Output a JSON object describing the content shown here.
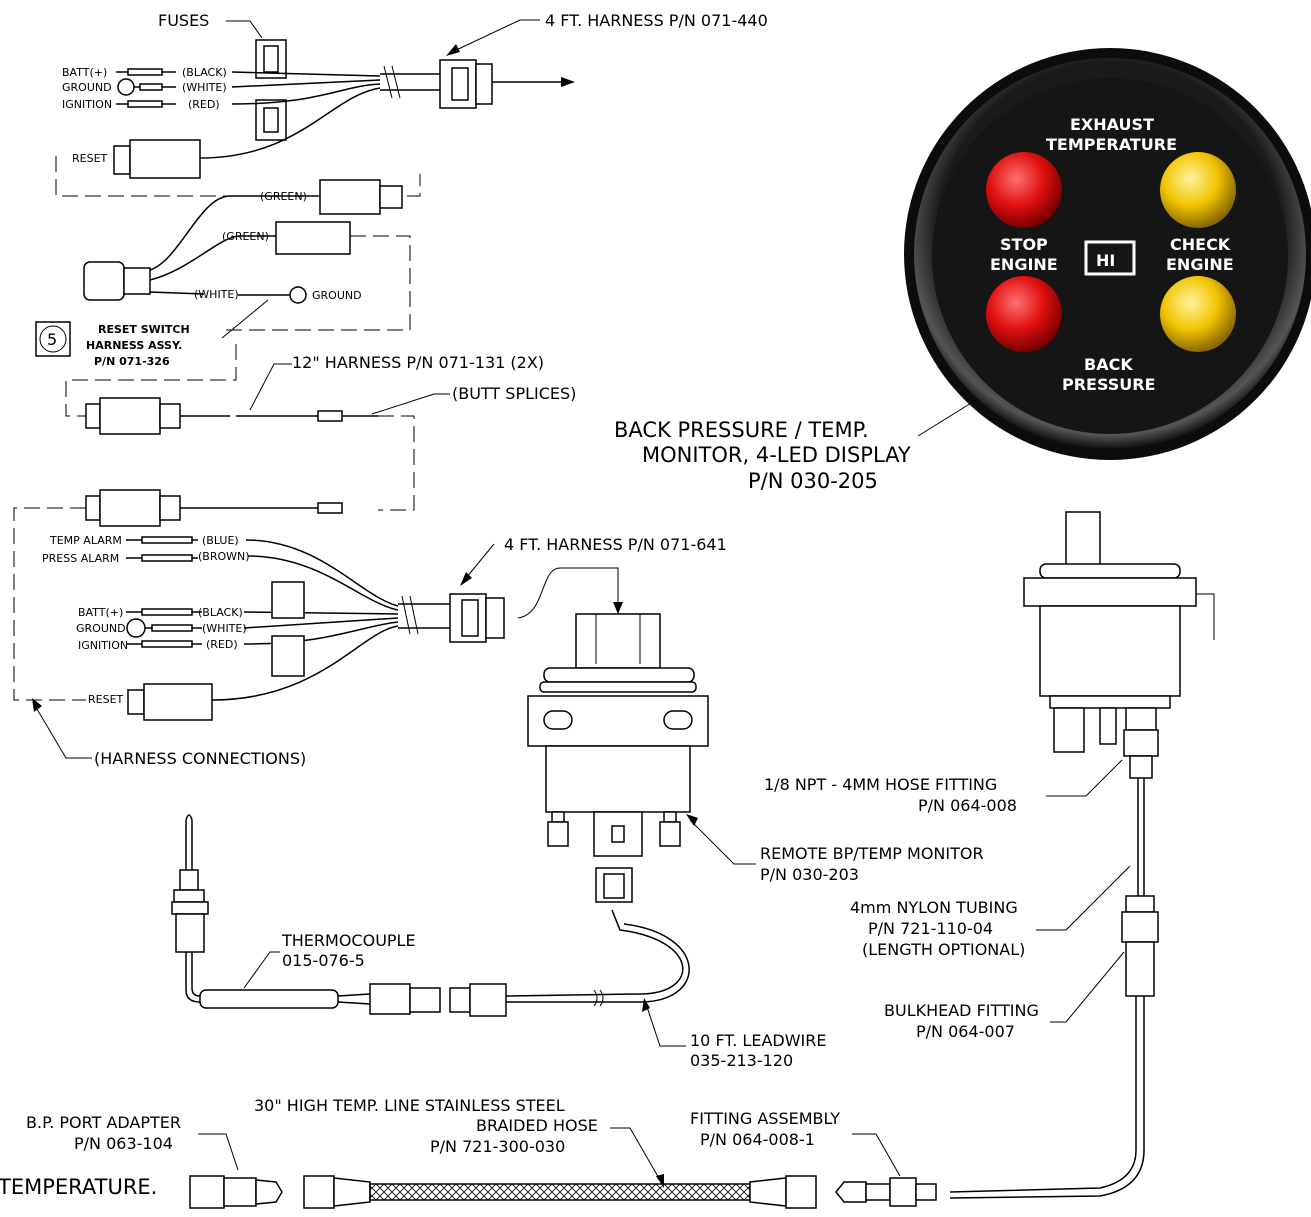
{
  "labels": {
    "fuses": "FUSES",
    "harness_top": "4 FT. HARNESS P/N 071-440",
    "batt_top": "BATT(+)",
    "ground_top": "GROUND",
    "ignition_top": "IGNITION",
    "black_top": "(BLACK)",
    "white_top": "(WHITE)",
    "red_top": "(RED)",
    "reset_top": "RESET",
    "green1": "(GREEN)",
    "green2": "(GREEN)",
    "white_sw": "(WHITE)",
    "ground_sw": "GROUND",
    "item_number": "5",
    "reset_switch_1": "RESET SWITCH",
    "reset_switch_2": "HARNESS ASSY.",
    "reset_switch_3": "P/N 071-326",
    "harness_12": "12\" HARNESS P/N 071-131 (2X)",
    "butt_splices": "(BUTT SPLICES)",
    "temp_alarm": "TEMP ALARM",
    "press_alarm": "PRESS ALARM",
    "blue": "(BLUE)",
    "brown": "(BROWN)",
    "harness_641": "4 FT. HARNESS P/N 071-641",
    "batt_bot": "BATT(+)",
    "ground_bot": "GROUND",
    "ignition_bot": "IGNITION",
    "black_bot": "(BLACK)",
    "white_bot": "(WHITE)",
    "red_bot": "(RED)",
    "reset_bot": "RESET",
    "harness_connections": "(HARNESS CONNECTIONS)",
    "monitor_1": "BACK PRESSURE / TEMP.",
    "monitor_2": "MONITOR, 4-LED DISPLAY",
    "monitor_3": "P/N 030-205",
    "remote_1": "REMOTE BP/TEMP MONITOR",
    "remote_2": "P/N 030-203",
    "hose_fitting_1": "1/8 NPT - 4MM HOSE FITTING",
    "hose_fitting_2": "P/N 064-008",
    "tubing_1": "4mm NYLON TUBING",
    "tubing_2": "P/N 721-110-04",
    "tubing_3": "(LENGTH OPTIONAL)",
    "bulkhead_1": "BULKHEAD FITTING",
    "bulkhead_2": "P/N 064-007",
    "thermocouple_1": "THERMOCOUPLE",
    "thermocouple_2": "015-076-5",
    "leadwire_1": "10 FT. LEADWIRE",
    "leadwire_2": "035-213-120",
    "hose_1": "30\" HIGH TEMP. LINE STAINLESS STEEL",
    "hose_2": "BRAIDED HOSE",
    "hose_3": "P/N 721-300-030",
    "fitting_asm_1": "FITTING ASSEMBLY",
    "fitting_asm_2": "P/N 064-008-1",
    "bp_adapter_1": "B.P. PORT ADAPTER",
    "bp_adapter_2": "P/N 063-104",
    "temperature_fragment": "TEMPERATURE."
  },
  "panel": {
    "exhaust_1": "EXHAUST",
    "exhaust_2": "TEMPERATURE",
    "stop_1": "STOP",
    "stop_2": "ENGINE",
    "check_1": "CHECK",
    "check_2": "ENGINE",
    "back_1": "BACK",
    "back_2": "PRESSURE",
    "logo": "HI"
  },
  "colors": {
    "led_red": "#e01010",
    "led_yellow": "#f2c400",
    "bezel": "#111111",
    "face": "#1a1a1a"
  }
}
